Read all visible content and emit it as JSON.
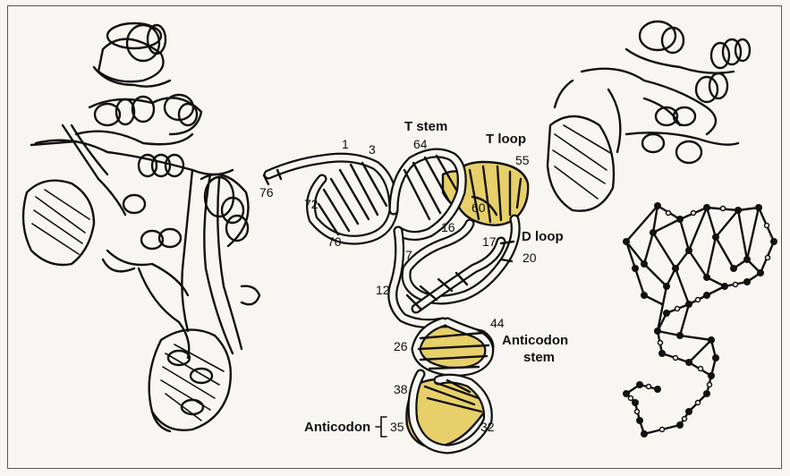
{
  "figure": {
    "colors": {
      "highlight": "#e7d06a",
      "ink": "#111111",
      "background": "#f7f6f1"
    },
    "center_labels": {
      "t_stem": "T stem",
      "t_loop": "T loop",
      "d_loop": "D loop",
      "anticodon_stem_line1": "Anticodon",
      "anticodon_stem_line2": "stem",
      "anticodon": "Anticodon",
      "n1": "1",
      "n3": "3",
      "n64": "64",
      "n55": "55",
      "n76": "76",
      "n72": "72",
      "n70": "70",
      "n7": "7",
      "n16": "16",
      "n17": "17",
      "n60": "60",
      "n20": "20",
      "n12": "12",
      "n44": "44",
      "n26": "26",
      "n38": "38",
      "n35": "35",
      "n32": "32"
    },
    "panels": {
      "left": "ribbon-protein-structure",
      "center": "trna-tertiary-structure",
      "right": "ball-and-stick-backbone"
    }
  }
}
